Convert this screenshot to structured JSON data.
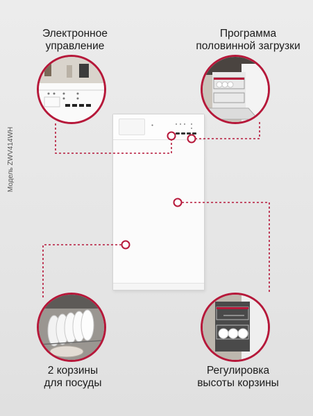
{
  "features": {
    "top_left": {
      "line1": "Электронное",
      "line2": "управление"
    },
    "top_right": {
      "line1": "Программа",
      "line2": "половинной загрузки"
    },
    "bottom_left": {
      "line1": "2 корзины",
      "line2": "для посуды"
    },
    "bottom_right": {
      "line1": "Регулировка",
      "line2": "высоты корзины"
    }
  },
  "model_label": "Модель ZWV414WH",
  "colors": {
    "accent": "#b6183a",
    "background": "#e8e8e8",
    "appliance": "#fbfbfb"
  },
  "icons": {
    "control_panel": "control-panel-closeup-icon",
    "half_load": "half-load-dishwasher-icon",
    "baskets": "dish-baskets-icon",
    "basket_height": "basket-height-adjust-icon"
  }
}
